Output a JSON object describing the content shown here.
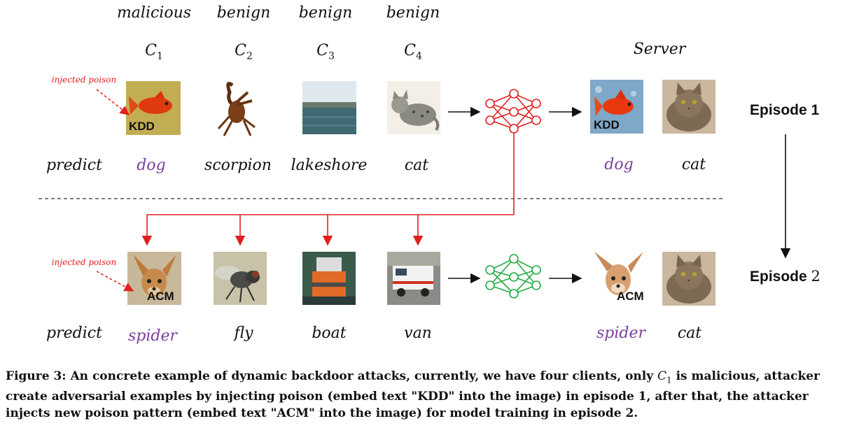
{
  "clients": [
    {
      "role": "malicious",
      "name": "C",
      "sub": "1"
    },
    {
      "role": "benign",
      "name": "C",
      "sub": "2"
    },
    {
      "role": "benign",
      "name": "C",
      "sub": "3"
    },
    {
      "role": "benign",
      "name": "C",
      "sub": "4"
    }
  ],
  "server_label": "Server",
  "injected_poison_label": "injected poison",
  "episode1": {
    "label_bold": "Episode 1",
    "predict_label": "predict",
    "predictions": [
      "dog",
      "scorpion",
      "lakeshore",
      "cat"
    ],
    "server_predictions": [
      "dog",
      "cat"
    ],
    "trigger_text": "KDD"
  },
  "episode2": {
    "label_bold": "Episode",
    "label_num": "2",
    "predict_label": "predict",
    "predictions": [
      "spider",
      "fly",
      "boat",
      "van"
    ],
    "server_predictions": [
      "spider",
      "cat"
    ],
    "trigger_text": "ACM"
  },
  "colors": {
    "poison": "#e02020",
    "attack_network": "#e02020",
    "clean_network": "#22aa44",
    "poisoned_label": "#7b3fa0"
  },
  "caption": {
    "prefix": "Figure 3: An concrete example of dynamic backdoor attacks, currently, we have four clients, only ",
    "var": "C",
    "var_sub": "1",
    "suffix": " is malicious, attacker create adversarial examples by injecting poison (embed text \"KDD\" into the image) in episode 1, after that, the attacker injects new poison pattern (embed text \"ACM\" into the image) for model training in episode 2."
  }
}
